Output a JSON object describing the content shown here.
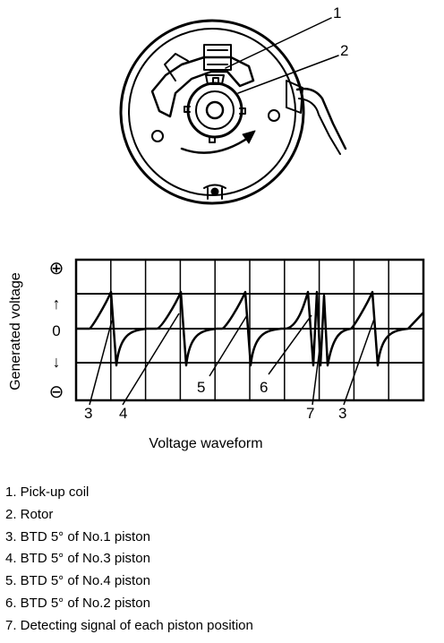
{
  "distributor_callouts": [
    "1",
    "2"
  ],
  "axis": {
    "ylabel": "Generated voltage",
    "plus_symbol": "⊕",
    "zero_symbol": "0",
    "minus_symbol": "⊖",
    "up_arrow": "↑",
    "down_arrow": "↓"
  },
  "waveform_callouts": [
    "3",
    "4",
    "5",
    "6",
    "7",
    "3"
  ],
  "caption": "Voltage waveform",
  "legend": [
    "1. Pick-up coil",
    "2. Rotor",
    "3. BTD 5° of No.1 piston",
    "4. BTD 5° of No.3 piston",
    "5. BTD 5° of No.4 piston",
    "6. BTD 5° of No.2 piston",
    "7. Detecting signal of each piston position"
  ]
}
